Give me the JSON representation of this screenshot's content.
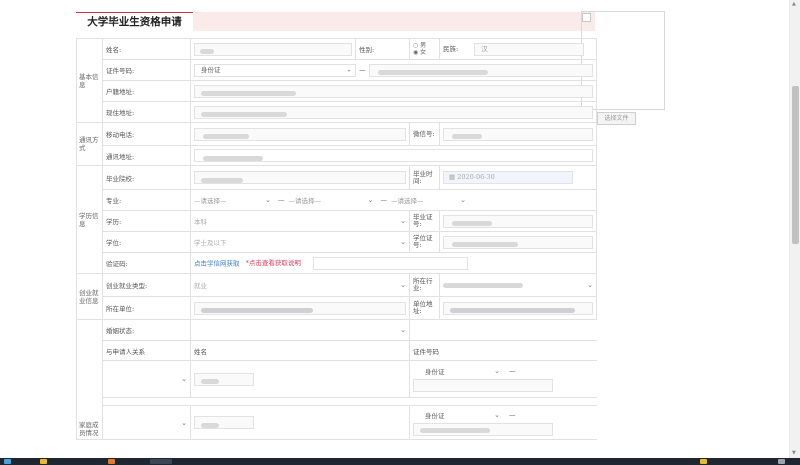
{
  "header": {
    "title": "大学毕业生资格申请"
  },
  "photo": {
    "file_button": "选择文件"
  },
  "sections": {
    "basic": "基本信息",
    "contact": "通讯方式",
    "education": "学历信息",
    "employment": "创业就业信息",
    "family": "家庭成员情况"
  },
  "basic": {
    "name_label": "姓名:",
    "gender_label": "性别:",
    "gender_male": "男",
    "gender_female": "女",
    "nation_label": "民族:",
    "nation_value": "汉",
    "id_label": "证件号码:",
    "id_type": "身份证",
    "dash": "—",
    "hukou_label": "户籍地址:",
    "current_label": "现住地址:"
  },
  "contact": {
    "mobile_label": "移动电话:",
    "wechat_label": "微信号:",
    "address_label": "通讯地址:"
  },
  "education": {
    "school_label": "毕业院校:",
    "grad_time_label": "毕业时间:",
    "grad_time_value": "2020-06-30",
    "major_label": "专业:",
    "major_placeholder_1": "—请选择—",
    "major_placeholder_2": "—请选择—",
    "major_placeholder_3": "—请选择—",
    "degree_label": "学历:",
    "degree_value": "本科",
    "cert_no_label": "毕业证号:",
    "bachelor_label": "学位:",
    "bachelor_value": "学士及以下",
    "degree_cert_label": "学位证号:",
    "verify_label": "验证码:",
    "verify_link": "点击学信网获取",
    "verify_help": "*点击查看获取说明"
  },
  "employment": {
    "type_label": "创业就业类型:",
    "type_value": "就业",
    "industry_label": "所在行业:",
    "company_label": "所在单位:",
    "company_addr_label": "单位地址:"
  },
  "family": {
    "marital_label": "婚姻状态:",
    "relation_header": "与申请人关系",
    "name_header": "姓名",
    "id_header": "证件号码",
    "id_type_1": "身份证",
    "id_type_2": "身份证",
    "dash": "—"
  }
}
